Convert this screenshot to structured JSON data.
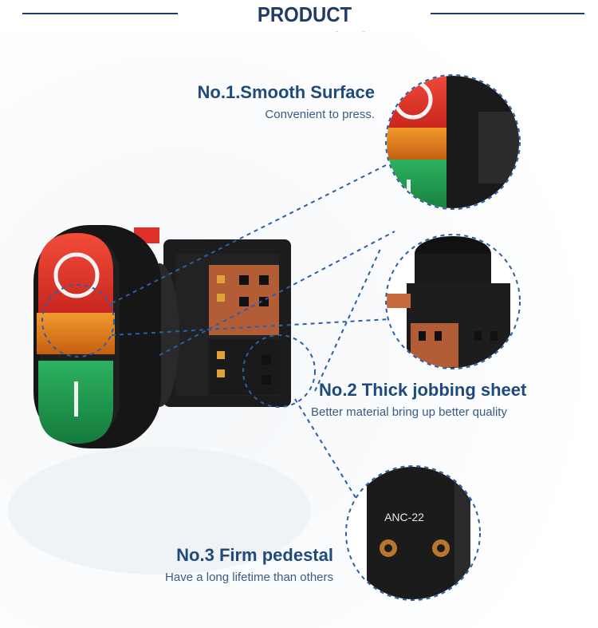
{
  "header": {
    "title": "PRODUCT ADVANTAGES"
  },
  "features": [
    {
      "heading": "No.1.Smooth Surface",
      "subtext": "Convenient to press."
    },
    {
      "heading": "No.2 Thick jobbing sheet",
      "subtext": "Better material bring up better quality"
    },
    {
      "heading": "No.3 Firm pedestal",
      "subtext": "Have a long lifetime than others"
    }
  ],
  "product": {
    "top_symbol": "O",
    "bottom_symbol": "I",
    "model_label": "ANC-22"
  },
  "colors": {
    "title": "#1f3b66",
    "heading": "#1f4a7c",
    "subtext": "#3a5b84",
    "red_button": "#e5332a",
    "amber_lamp": "#e07a1a",
    "green_button": "#1e9a4e",
    "housing": "#1b1b1b",
    "contacts": "#b0603a",
    "dashed_callout": "#2c5ea8"
  }
}
